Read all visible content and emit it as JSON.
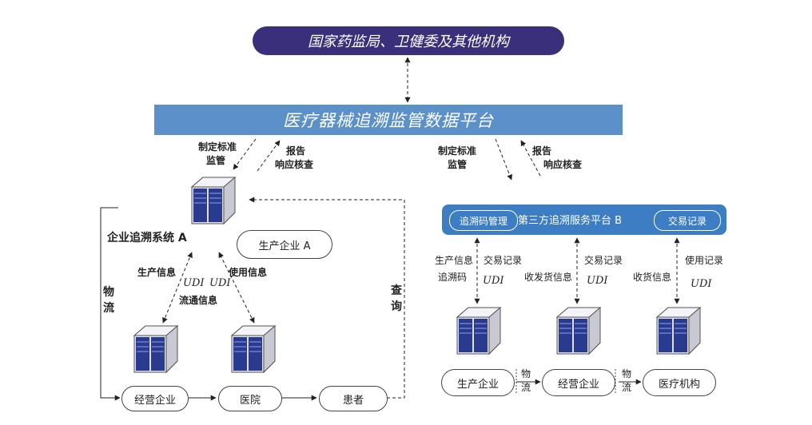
{
  "top_box": {
    "label": "国家药监局、卫健委及其他机构"
  },
  "platform": {
    "label": "医疗器械追溯监管数据平台"
  },
  "left": {
    "down_label_1": "制定标准",
    "down_label_2": "监管",
    "up_label_1": "报告",
    "up_label_2": "响应核查",
    "system_label": "企业追溯系统 A",
    "producer_oval": "生产企业 A",
    "link_left_1": "生产信息",
    "link_left_udi": "UDI",
    "link_left_2": "流通信息",
    "link_right_udi": "UDI",
    "link_right_1": "使用信息",
    "logistics": [
      "物",
      "流"
    ],
    "query": [
      "查",
      "询"
    ],
    "nodes": [
      "经营企业",
      "医院",
      "患者"
    ]
  },
  "right": {
    "down_label_1": "制定标准",
    "down_label_2": "监管",
    "up_label_1": "报告",
    "up_label_2": "响应核查",
    "platform_title": "第三方追溯服务平台 B",
    "pill_left": "追溯码管理",
    "pill_right": "交易记录",
    "col1": {
      "labels": [
        "生产信息",
        "追溯码"
      ],
      "tag": "交易记录",
      "udi": "UDI"
    },
    "col2": {
      "labels": [
        "收发货信息"
      ],
      "tag": "交易记录",
      "udi": "UDI"
    },
    "col3": {
      "labels": [
        "收货信息"
      ],
      "tag": "使用记录",
      "udi": "UDI"
    },
    "logistics_1": [
      "物",
      "流"
    ],
    "logistics_2": [
      "物",
      "流"
    ],
    "nodes": [
      "生产企业",
      "经营企业",
      "医疗机构"
    ]
  }
}
